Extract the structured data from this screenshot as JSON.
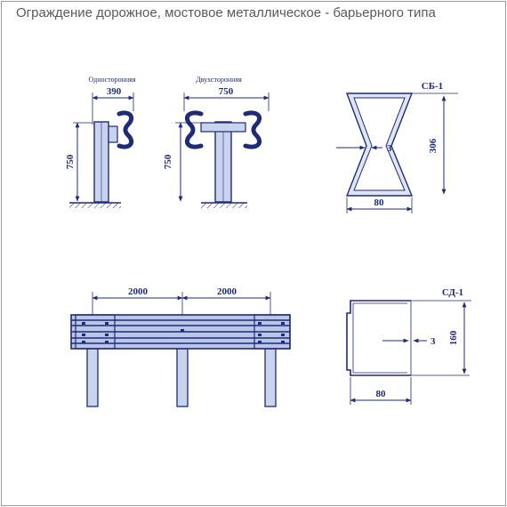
{
  "page": {
    "title": "Ограждение дорожное, мостовое металлическое - барьерного типа"
  },
  "colors": {
    "ink": "#1f2a7a",
    "post_fill": "#c9d3ec",
    "rail_fill": "#bac6e6",
    "title_text": "#5a5a5a",
    "border": "#9a9a9a"
  },
  "single_sided": {
    "caption": "Односторонняя",
    "width_label": "390",
    "height_label": "750"
  },
  "double_sided": {
    "caption": "Двухсторонняя",
    "width_label": "750",
    "height_label": "750"
  },
  "profile_sb1": {
    "name": "СБ-1",
    "height_label": "306",
    "thickness_label": "3",
    "width_label": "80"
  },
  "profile_sd1": {
    "name": "СД-1",
    "height_label": "160",
    "thickness_label": "3",
    "width_label": "80"
  },
  "elevation": {
    "span_left_label": "2000",
    "span_right_label": "2000"
  }
}
